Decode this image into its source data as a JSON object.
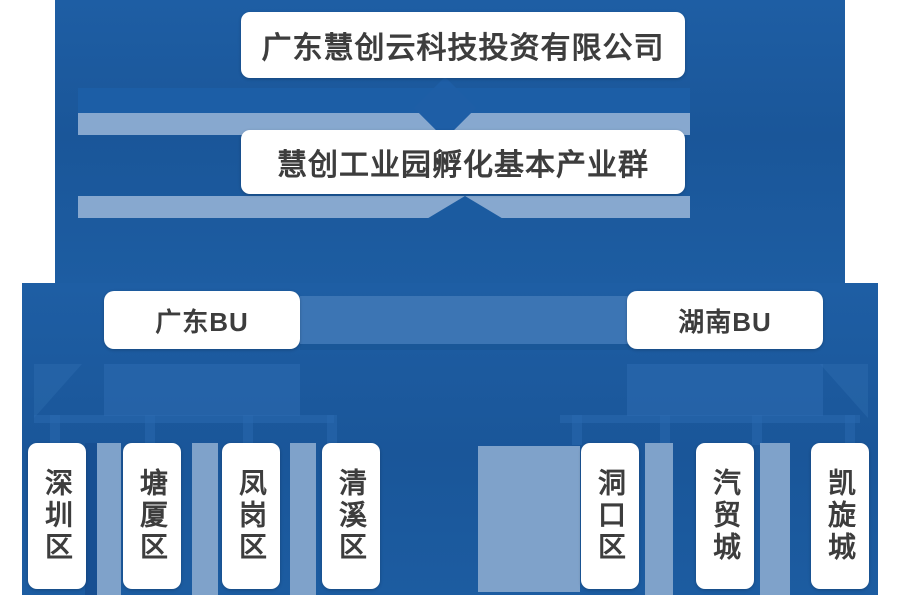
{
  "theme": {
    "panel_blue": "#1b5ba0",
    "band_light_blue": "#87a8cf",
    "accent_blue": "#3c75b4",
    "card_bg": "#ffffff",
    "text_color": "#3d3d3d"
  },
  "hierarchy": {
    "root": {
      "label": "广东慧创云科技投资有限公司"
    },
    "group": {
      "label": "慧创工业园孵化基本产业群"
    },
    "business_units": [
      {
        "id": "gd",
        "label": "广东BU"
      },
      {
        "id": "hn",
        "label": "湖南BU"
      }
    ],
    "sites_left": [
      {
        "label": "深圳区"
      },
      {
        "label": "塘厦区"
      },
      {
        "label": "凤岗区"
      },
      {
        "label": "清溪区"
      }
    ],
    "sites_right": [
      {
        "label": "洞口区"
      },
      {
        "label": "汽贸城"
      },
      {
        "label": "凯旋城"
      }
    ]
  }
}
